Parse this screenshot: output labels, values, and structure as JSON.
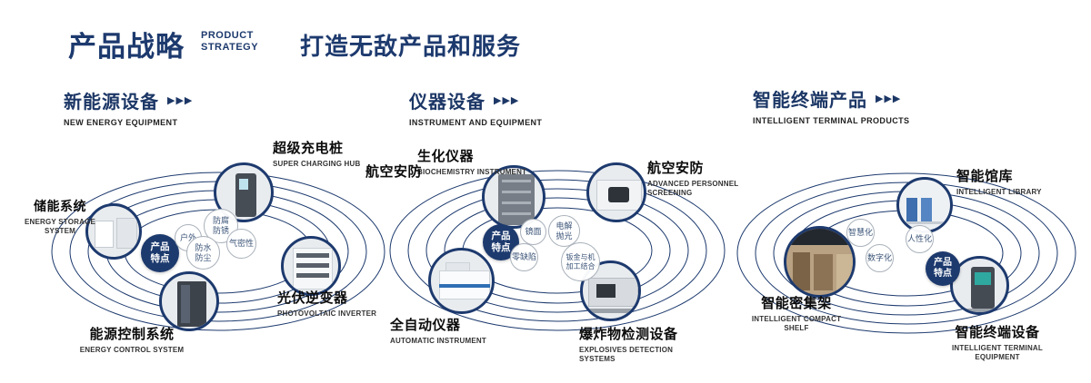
{
  "header": {
    "title": "产品战略",
    "subtitle_line1": "PRODUCT",
    "subtitle_line2": "STRATEGY",
    "tagline": "打造无敌产品和服务"
  },
  "icons": {
    "chevrons": "▶▶▶"
  },
  "colors": {
    "navy": "#1d3a6e"
  },
  "sections": [
    {
      "title": "新能源设备",
      "subtitle_en": "NEW ENERGY EQUIPMENT",
      "badge": "产品特点",
      "features": [
        "户外",
        "防腐防锈",
        "气密性",
        "防水防尘"
      ],
      "items": [
        {
          "title": "超级充电桩",
          "en": "SUPER CHARGING HUB"
        },
        {
          "title": "储能系统",
          "en": "ENERGY STORAGE SYSTEM"
        },
        {
          "title": "光伏逆变器",
          "en": "PHOTOVOLTAIC INVERTER"
        },
        {
          "title": "能源控制系统",
          "en": "ENERGY CONTROL SYSTEM"
        }
      ]
    },
    {
      "title": "仪器设备",
      "subtitle_en": "INSTRUMENT AND EQUIPMENT",
      "badge": "产品特点",
      "side_label": "航空安防",
      "features": [
        "镜面",
        "电解抛光",
        "零缺陷",
        "钣金与机加工结合"
      ],
      "items": [
        {
          "title": "生化仪器",
          "en": "BIOCHEMISTRY INSTRUMENT"
        },
        {
          "title": "航空安防",
          "en": "ADVANCED PERSONNEL SCREENING"
        },
        {
          "title": "全自动仪器",
          "en": "AUTOMATIC INSTRUMENT"
        },
        {
          "title": "爆炸物检测设备",
          "en": "EXPLOSIVES DETECTION SYSTEMS"
        }
      ]
    },
    {
      "title": "智能终端产品",
      "subtitle_en": "INTELLIGENT TERMINAL PRODUCTS",
      "badge": "产品特点",
      "features": [
        "智慧化",
        "人性化",
        "数字化"
      ],
      "items": [
        {
          "title": "智能馆库",
          "en": "INTELLIGENT LIBRARY"
        },
        {
          "title": "智能密集架",
          "en": "INTELLIGENT COMPACT SHELF"
        },
        {
          "title": "智能终端设备",
          "en": "INTELLIGENT TERMINAL EQUIPMENT"
        }
      ]
    }
  ]
}
